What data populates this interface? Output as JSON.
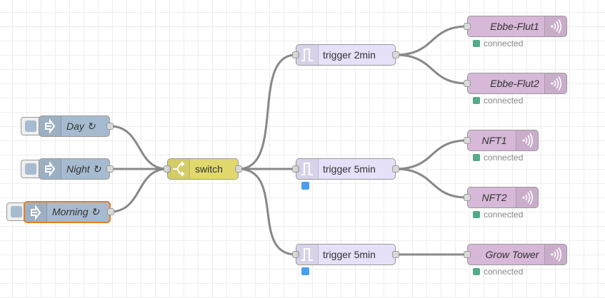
{
  "colors": {
    "inject": "#a6bbcf",
    "switch": "#e2d96e",
    "trigger": "#e6e0f8",
    "output": "#d7b8d8",
    "selected_border": "#e67e22",
    "status_connected": "#5a8",
    "status_blue": "#4a9eee"
  },
  "injects": [
    {
      "label": "Day ↻"
    },
    {
      "label": "Night ↻"
    },
    {
      "label": "Morning ↻"
    }
  ],
  "switch_node": {
    "label": "switch"
  },
  "triggers": [
    {
      "label": "trigger 2min"
    },
    {
      "label": "trigger 5min"
    },
    {
      "label": "trigger 5min"
    }
  ],
  "outputs": [
    {
      "label": "Ebbe-Flut1",
      "status": "connected"
    },
    {
      "label": "Ebbe-Flut2",
      "status": "connected"
    },
    {
      "label": "NFT1",
      "status": "connected"
    },
    {
      "label": "NFT2",
      "status": "connected"
    },
    {
      "label": "Grow Tower",
      "status": "connected"
    }
  ]
}
